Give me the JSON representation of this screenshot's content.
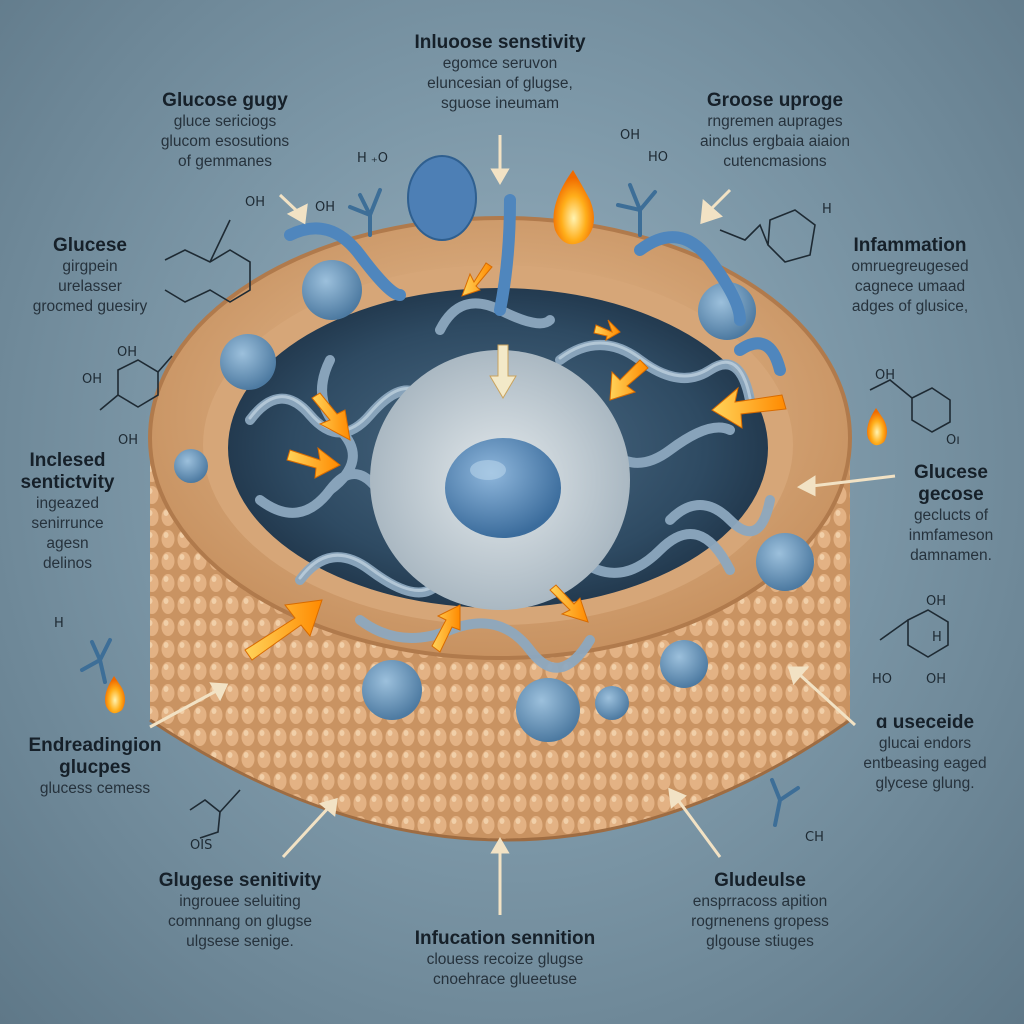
{
  "labels": {
    "top_center": {
      "title": "Inluoose senstivity",
      "lines": [
        "egomce seruvon",
        "eluncesian of glugse,",
        "sguose ineumam"
      ]
    },
    "top_left": {
      "title": "Glucose gugy",
      "lines": [
        "gluce sericiogs",
        "glucom esosutions",
        "of gemmanes"
      ]
    },
    "top_right": {
      "title": "Groose uproge",
      "lines": [
        "rngremen auprages",
        "ainclus ergbaia aiaion",
        "cutencmasions"
      ]
    },
    "mid_left": {
      "title": "Glucese",
      "lines": [
        "girgpein",
        "urelasser",
        "grocmed guesiry"
      ]
    },
    "mid_right": {
      "title": "Infammation",
      "lines": [
        "omruegreugesed",
        "cagnece umaad",
        "adges of glusice,"
      ]
    },
    "left": {
      "title_lines": [
        "Inclesed",
        "sentictvity"
      ],
      "lines": [
        "ingeazed",
        "senirrunce",
        "agesn",
        "delinos"
      ]
    },
    "right": {
      "title_lines": [
        "Glucese",
        "gecose"
      ],
      "lines": [
        "geclucts of",
        "inmfameson",
        "damnamen."
      ]
    },
    "lower_left": {
      "title_lines": [
        "Endreadingion",
        "glucpes"
      ],
      "lines": [
        "glucess cemess"
      ]
    },
    "lower_right": {
      "title": "ɑ useceide",
      "lines": [
        "glucai endors",
        "entbeasing eaged",
        "glycese glung."
      ]
    },
    "bottom_left": {
      "title": "Glugese senitivity",
      "lines": [
        "ingrouee seluiting",
        "comnnang on glugse",
        "ulgsese senige."
      ]
    },
    "bottom_right": {
      "title": "Gludeulse",
      "lines": [
        "ensprracoss apition",
        "rogrnenens gropess",
        "glgouse stiuges"
      ]
    },
    "bottom_center": {
      "title": "Infucation sennition",
      "lines": [
        "clouess recoize glugse",
        "cnoehrace glueetuse"
      ]
    }
  },
  "chem_text": {
    "hho": "H ₊O",
    "oh1": "OH",
    "oh2": "OH",
    "oh3": "OH",
    "ho1": "HO",
    "oh4": "OH",
    "oh5": "OH",
    "oh6": "OH",
    "oh7": "OH",
    "h1": "H",
    "oh8": "Oı",
    "h2": "H",
    "ho2": "HO",
    "oh9": "OH",
    "oh10": "OIS",
    "ch": "CH",
    "h3": "H",
    "oh11": "OH"
  },
  "colors": {
    "membrane": "#d9a774",
    "membrane_dark": "#b98657",
    "protein_blue": "#5d86ad",
    "nucleus": "#4f82b6",
    "arrow_orange": "#ff9a1a",
    "flame": "#ff8a00"
  }
}
